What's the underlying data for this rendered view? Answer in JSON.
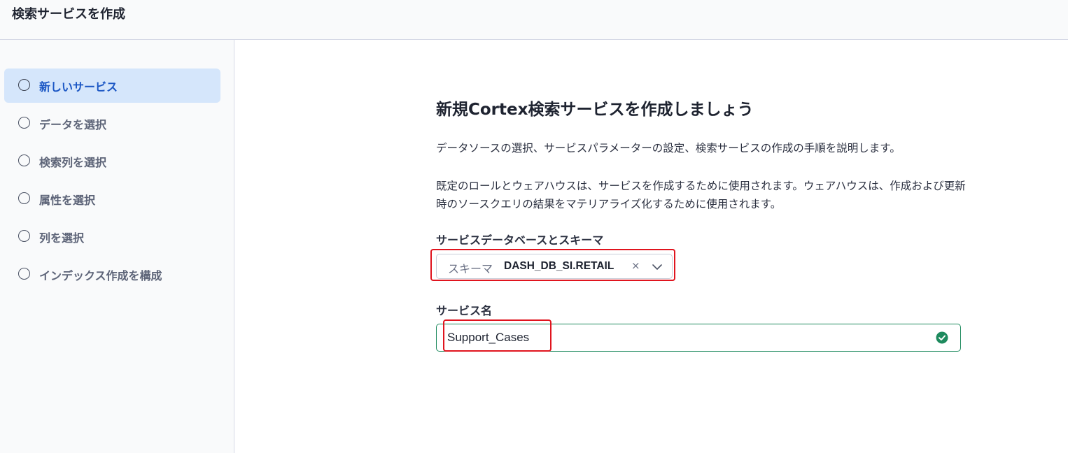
{
  "header": {
    "title": "検索サービスを作成"
  },
  "sidebar": {
    "steps": [
      {
        "label": "新しいサービス",
        "active": true
      },
      {
        "label": "データを選択",
        "active": false
      },
      {
        "label": "検索列を選択",
        "active": false
      },
      {
        "label": "属性を選択",
        "active": false
      },
      {
        "label": "列を選択",
        "active": false
      },
      {
        "label": "インデックス作成を構成",
        "active": false
      }
    ]
  },
  "main": {
    "heading": "新規Cortex検索サービスを作成しましょう",
    "description1": "データソースの選択、サービスパラメーターの設定、検索サービスの作成の手順を説明します。",
    "description2": "既定のロールとウェアハウスは、サービスを作成するために使用されます。ウェアハウスは、作成および更新時のソースクエリの結果をマテリアライズ化するために使用されます。",
    "schema_field": {
      "label": "サービスデータベースとスキーマ",
      "prefix": "スキーマ",
      "value": "DASH_DB_SI.RETAIL",
      "clear_glyph": "×"
    },
    "name_field": {
      "label": "サービス名",
      "value": "Support_Cases",
      "valid": true
    }
  },
  "colors": {
    "active_step_bg": "#d5e6fb",
    "active_step_text": "#1a56c4",
    "valid_green": "#1e8a5e",
    "highlight_red": "#e0141e"
  }
}
